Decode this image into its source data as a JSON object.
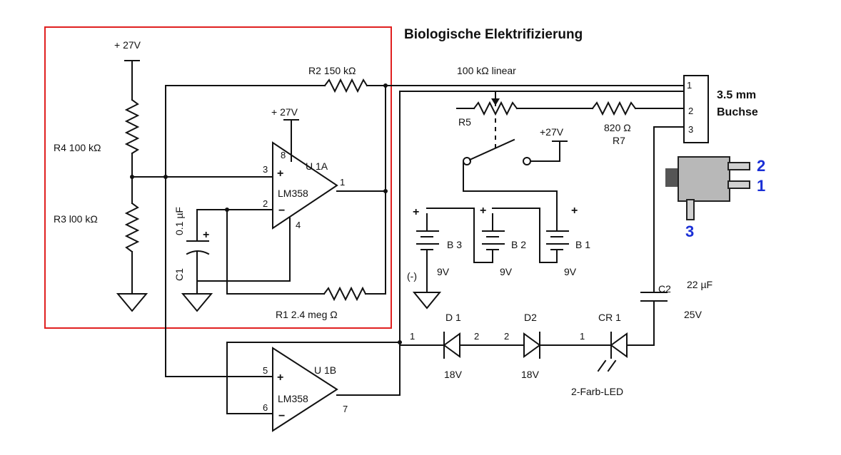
{
  "title": "Biologische Elektrifizierung",
  "labels": {
    "supply_top": "+ 27V",
    "supply_opamp": "+ 27V",
    "supply_switch": "+27V",
    "r4": "R4 100 kΩ",
    "r3": "R3  l00 kΩ",
    "r2": "R2  150 kΩ",
    "r1": "R1  2.4 meg Ω",
    "c1_name": "C1",
    "c1_value": "0.1 µF",
    "c1_plus": "+",
    "u1a": "U 1A",
    "u1b": "U 1B",
    "opamp_a": "LM358",
    "opamp_b": "LM358",
    "pin_a3": "3",
    "pin_a2": "2",
    "pin_a8": "8",
    "pin_a4": "4",
    "pin_a1": "1",
    "pin_b5": "5",
    "pin_b6": "6",
    "pin_b7": "7",
    "pot": "100 kΩ linear",
    "r5": "R5",
    "r7_value": "820 Ω",
    "r7_name": "R7",
    "jack_pin1": "1",
    "jack_pin2": "2",
    "jack_pin3": "3",
    "jack_line1": "3.5 mm",
    "jack_line2": "Buchse",
    "plug_num2": "2",
    "plug_num1": "1",
    "plug_num3": "3",
    "b3": "B 3",
    "b2": "B 2",
    "b1": "B 1",
    "b3_v": "9V",
    "b2_v": "9V",
    "b1_v": "9V",
    "b3_plus": "+",
    "b2_plus": "+",
    "b1_plus": "+",
    "minus": "(-)",
    "c2_name": "C2",
    "c2_value": "22 µF",
    "c2_v": "25V",
    "d1": "D 1",
    "d2": "D2",
    "cr1": "CR 1",
    "d1_v": "18V",
    "d2_v": "18V",
    "led": "2-Farb-LED",
    "pin_j1": "1",
    "pin_j2a": "2",
    "pin_j2b": "2",
    "pin_j3": "1"
  }
}
